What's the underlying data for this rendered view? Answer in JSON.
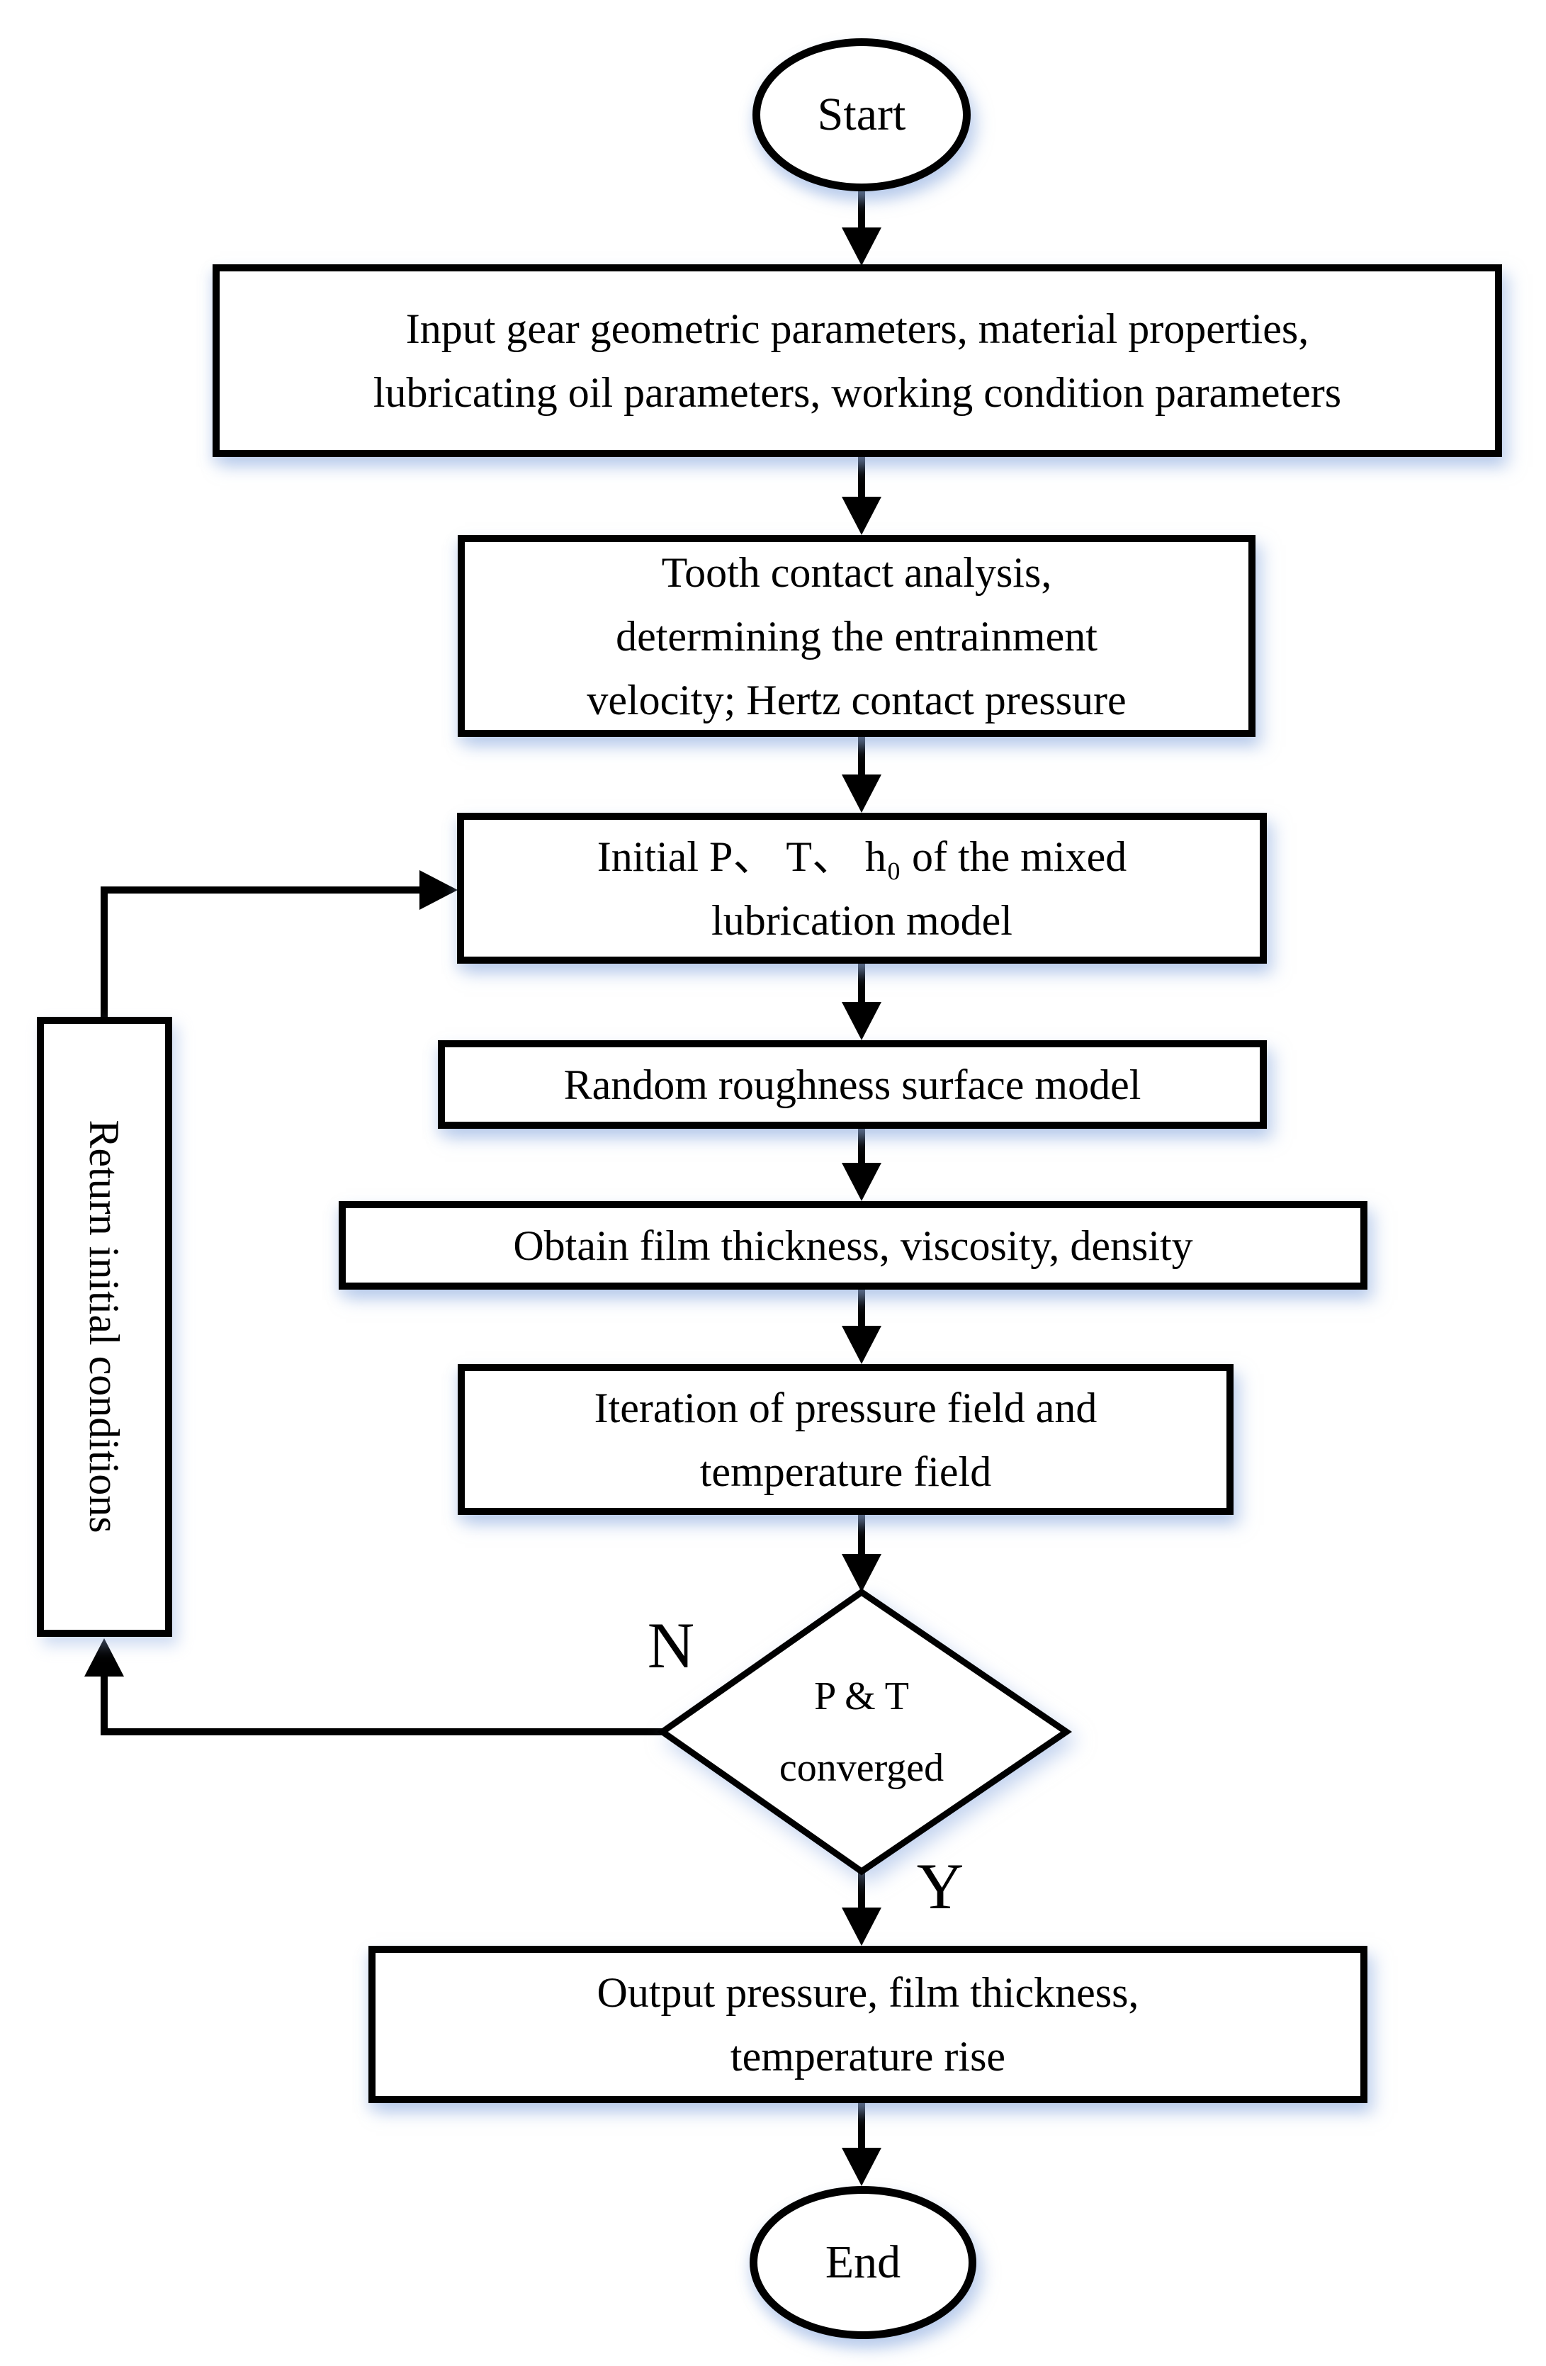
{
  "diagram": {
    "nodes": {
      "start": "Start",
      "input": "Input gear geometric parameters, material properties,\nlubricating oil parameters, working condition parameters",
      "tooth_contact": "Tooth contact analysis,\ndetermining the entrainment\nvelocity; Hertz contact pressure",
      "initial": "Initial P、 T、 h₀ of the mixed\nlubrication model",
      "roughness": "Random roughness surface model",
      "film": "Obtain film thickness, viscosity, density",
      "iteration": "Iteration of pressure field and\ntemperature field",
      "decision": "P & T\nconverged",
      "output": "Output pressure, film thickness,\ntemperature rise",
      "end": "End",
      "return_loop": "Return initial conditions"
    },
    "branch_labels": {
      "no": "N",
      "yes": "Y"
    },
    "colors": {
      "stroke": "#000000",
      "fill": "#ffffff",
      "glow": "#9db9e3"
    }
  }
}
